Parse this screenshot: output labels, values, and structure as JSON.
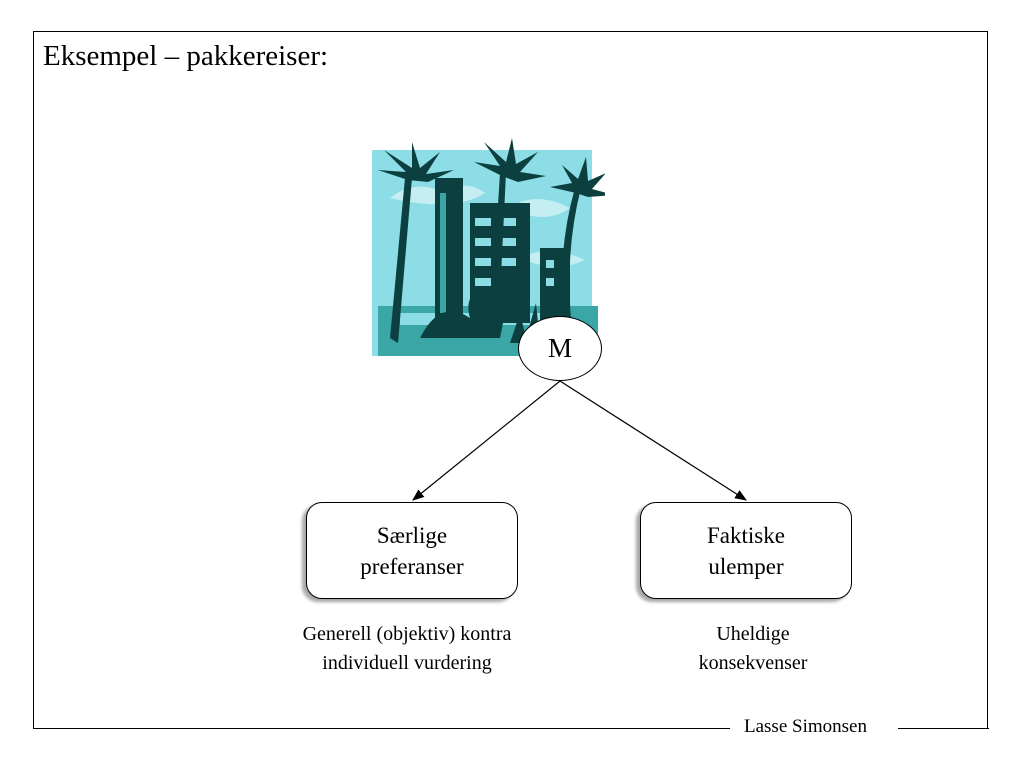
{
  "slide": {
    "title": "Eksempel – pakkereiser:",
    "footer": "Lasse Simonsen"
  },
  "clipart": {
    "icon": "tropical-resort-buildings-palms-icon",
    "colors": {
      "sky": "#8ddde6",
      "cloud": "#c4eef2",
      "dark": "#0c4040",
      "teal": "#3aa6a6"
    }
  },
  "diagram": {
    "root": {
      "label": "M"
    },
    "children": [
      {
        "label_lines": [
          "Særlige",
          "preferanser"
        ],
        "caption_lines": [
          "Generell (objektiv) kontra",
          "individuell vurdering"
        ]
      },
      {
        "label_lines": [
          "Faktiske",
          "ulemper"
        ],
        "caption_lines": [
          "Uheldige",
          "konsekvenser"
        ]
      }
    ]
  }
}
